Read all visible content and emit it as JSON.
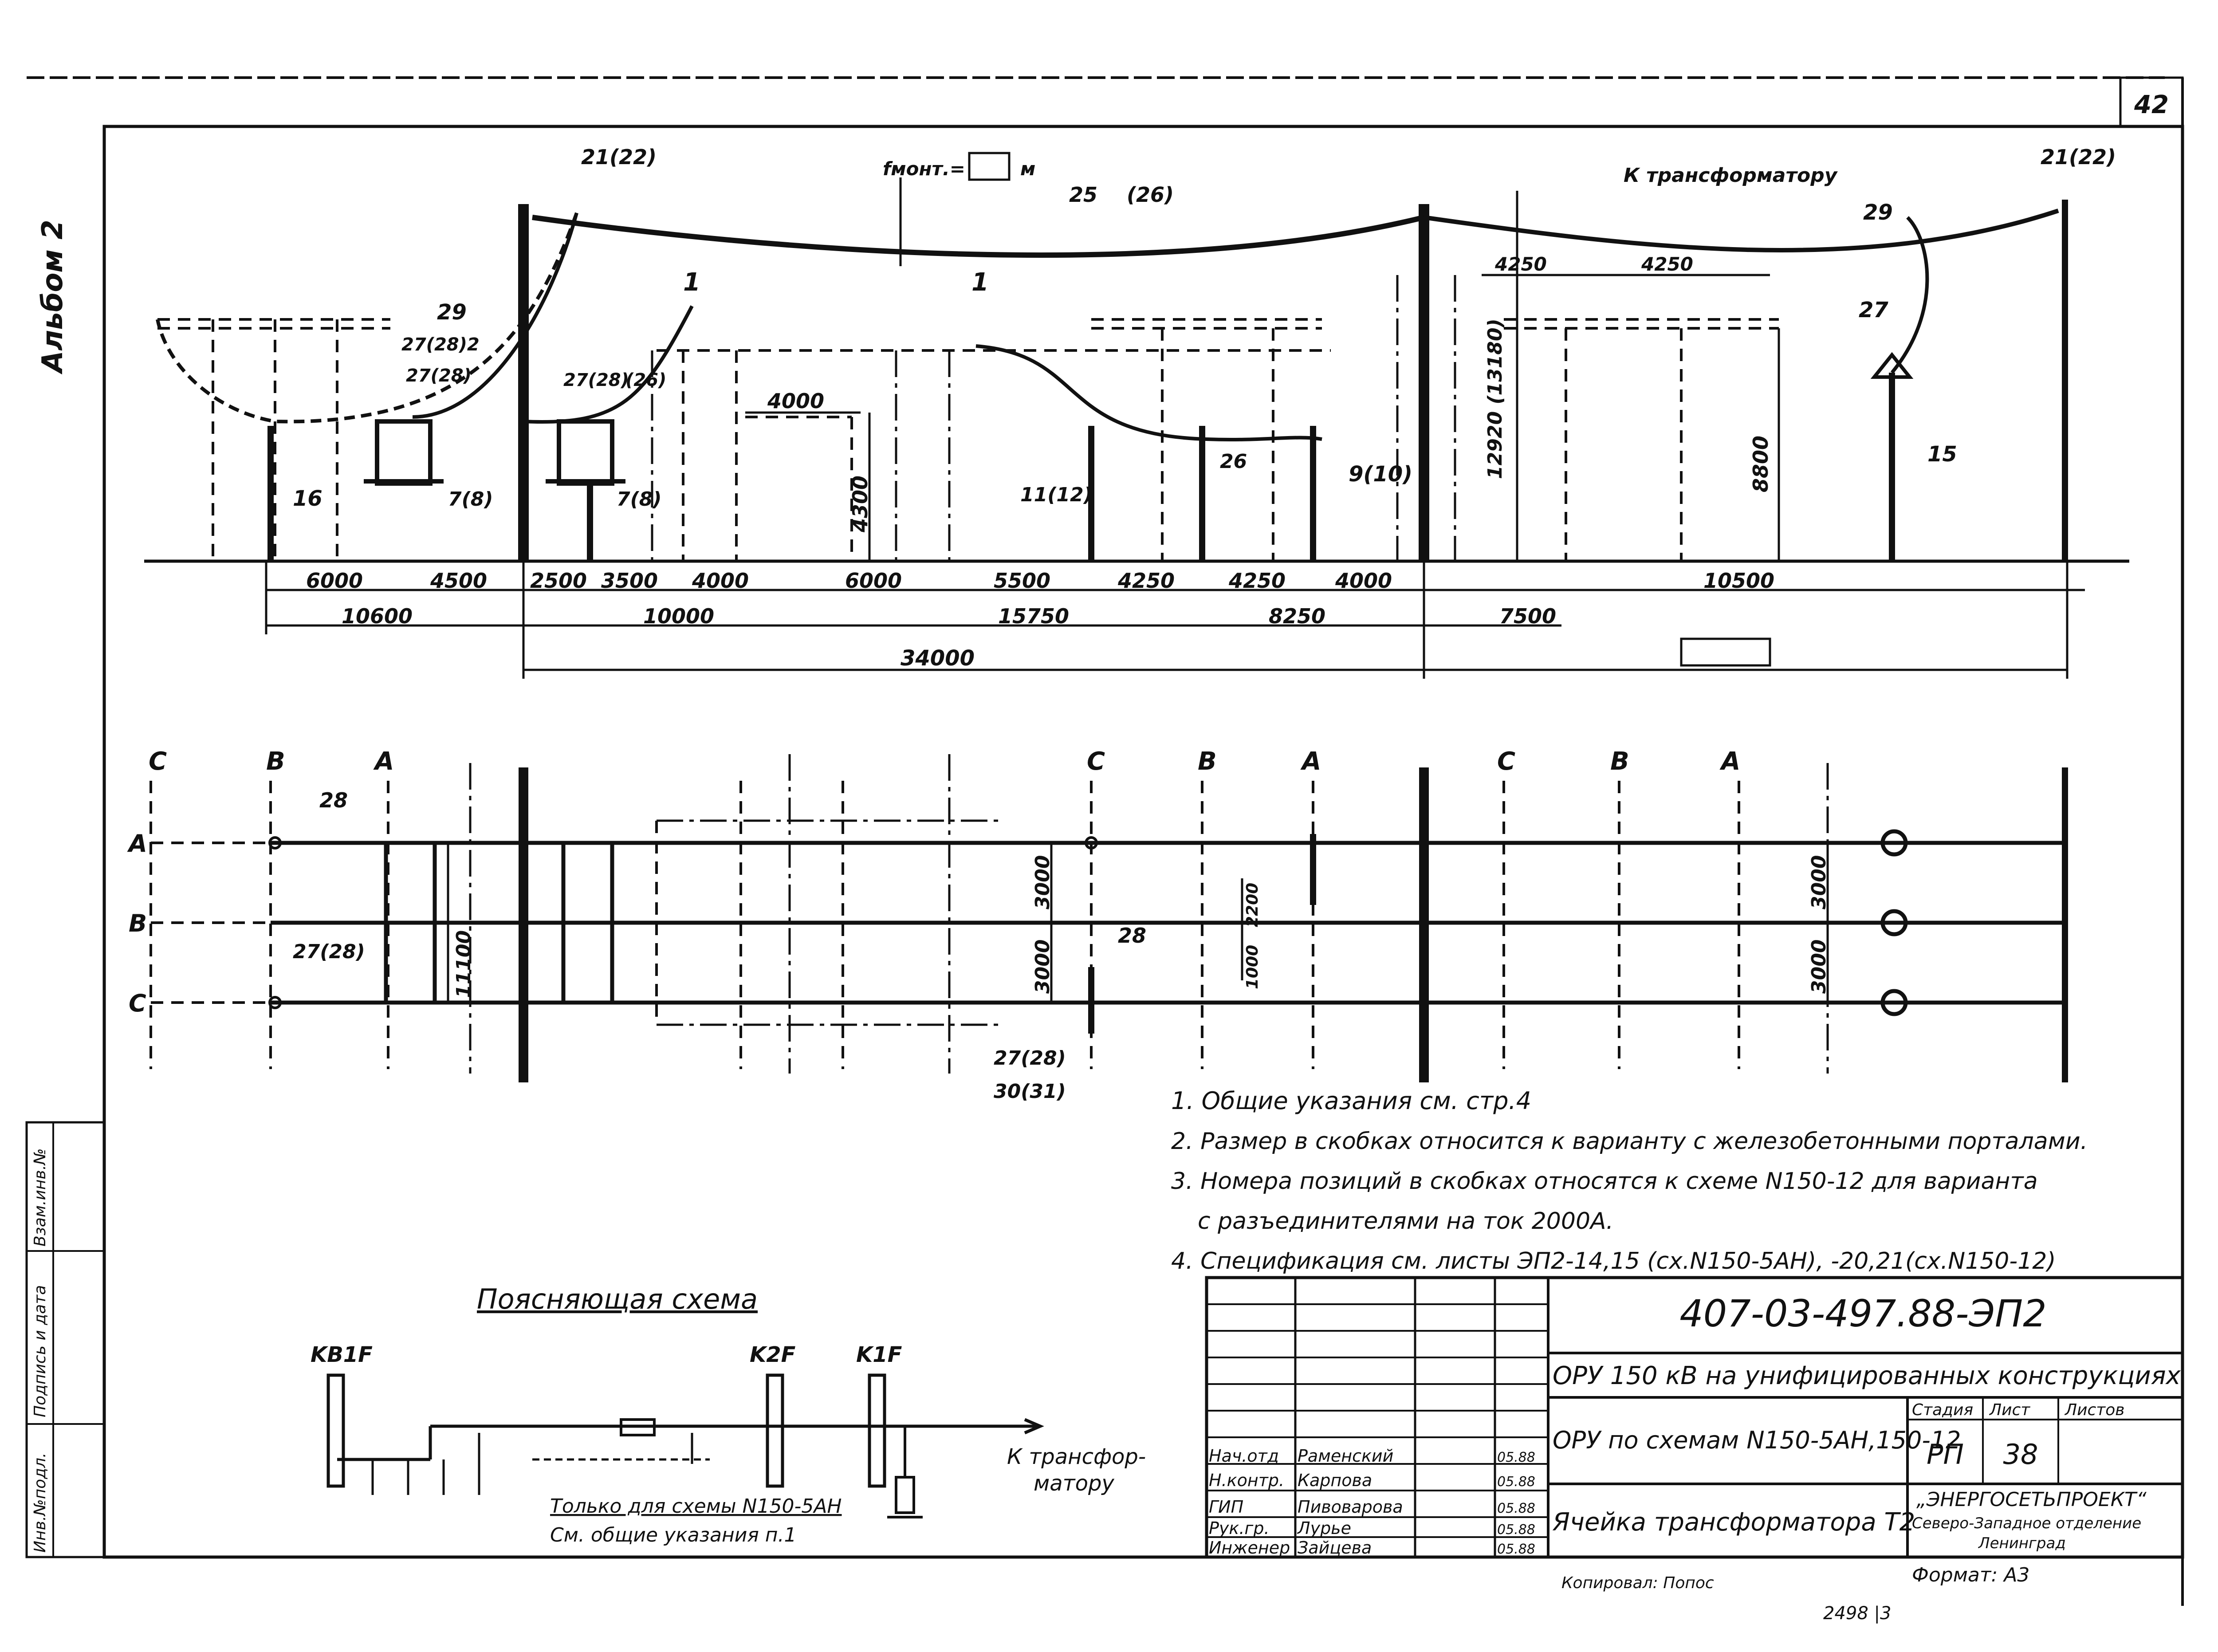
{
  "sheet": {
    "page_number": "42",
    "album_label": "Альбом 2",
    "margin_stamp_1": "Инв.№подл.",
    "margin_stamp_2": "Подпись и дата",
    "margin_stamp_3": "Взам.инв.№"
  },
  "elevation": {
    "f_label": "fмонт.=",
    "f_unit": "м",
    "to_transformer": "К трансформатору",
    "height_1": "12920 (13180)",
    "height_2": "8800",
    "callouts": [
      "21(22)",
      "21(22)",
      "25",
      "(26)",
      "1",
      "1",
      "29",
      "29",
      "27(28)2",
      "27(28)",
      "27(28)",
      "(26)",
      "27",
      "16",
      "7(8)",
      "7(8)",
      "11(12)",
      "26",
      "9(10)",
      "15"
    ],
    "dims_row1": [
      "6000",
      "4500",
      "2500",
      "3500",
      "4000",
      "6000",
      "5500",
      "4250",
      "4250",
      "4000",
      "10500"
    ],
    "dims_row2": [
      "10600",
      "10000",
      "15750",
      "8250",
      "7500"
    ],
    "dims_total": "34000",
    "dims_inner": [
      "4000",
      "4300",
      "4250",
      "4250"
    ]
  },
  "plan": {
    "phases_top": [
      "C",
      "B",
      "A",
      "C",
      "B",
      "A",
      "C",
      "B",
      "A"
    ],
    "phases_side": [
      "А",
      "В",
      "С"
    ],
    "callouts": [
      "28",
      "27(28)",
      "28",
      "27(28)",
      "30(31)"
    ],
    "dims": [
      "11100",
      "3000",
      "3000",
      "2200",
      "1000",
      "3000",
      "3000"
    ]
  },
  "notes": [
    "1. Общие указания см. стр.4",
    "2. Размер в скобках относится к варианту с железобетонными порталами.",
    "3. Номера позиций в скобках относятся к схеме N150-12 для варианта",
    "с разъединителями на ток 2000А.",
    "4. Спецификация см. листы ЭП2-14,15 (сх.N150-5АН), -20,21(сх.N150-12)"
  ],
  "schematic": {
    "title": "Поясняющая схема",
    "labels": [
      "KB1F",
      "K2F",
      "K1F"
    ],
    "arrow_label_1": "К трансфор-",
    "arrow_label_2": "матору",
    "footnote_1": "Только для схемы N150-5АН",
    "footnote_2": "См. общие указания п.1"
  },
  "title_block": {
    "doc_number": "407-03-497.88-ЭП2",
    "object_title": "ОРУ 150 кВ на унифицированных конструкциях",
    "scheme_title": "ОРУ по схемам N150-5АН,150-12",
    "sheet_title": "Ячейка трансформатора Т2",
    "col_stage": "Стадия",
    "col_sheet": "Лист",
    "col_sheets": "Листов",
    "stage": "РП",
    "sheet_no": "38",
    "org_1": "„ЭНЕРГОСЕТЬПРОЕКТ“",
    "org_2": "Северо-Западное отделение",
    "org_3": "Ленинград",
    "format": "Формат: А3",
    "copied": "Копировал: Попос",
    "bottom_code": "2498 |3",
    "people": [
      {
        "role": "Нач.отд",
        "name": "Раменский",
        "date": "05.88"
      },
      {
        "role": "Н.контр.",
        "name": "Карпова",
        "date": "05.88"
      },
      {
        "role": "ГИП",
        "name": "Пивоварова",
        "date": "05.88"
      },
      {
        "role": "Рук.гр.",
        "name": "Лурье",
        "date": "05.88"
      },
      {
        "role": "Инженер",
        "name": "Зайцева",
        "date": "05.88"
      }
    ]
  }
}
